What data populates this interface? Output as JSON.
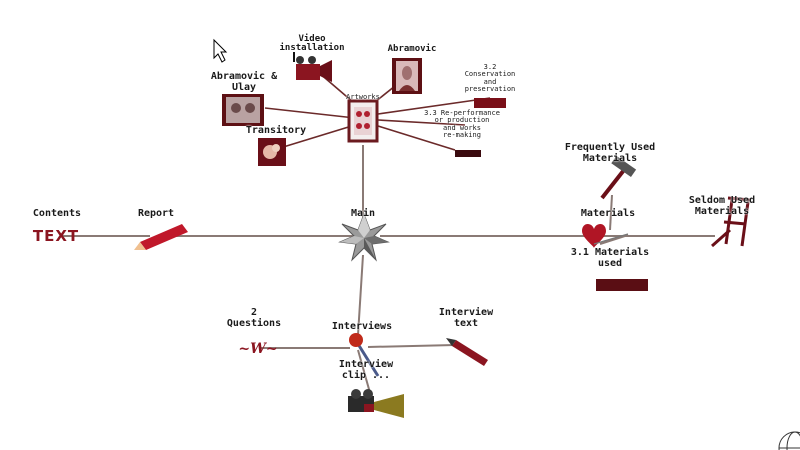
{
  "labels": {
    "contents": "Contents",
    "text_tag": "TEXT",
    "report": "Report",
    "main": "Main",
    "materials": "Materials",
    "frequently_used": "Frequently Used\nMaterials",
    "seldom_used": "Seldom Used\nMaterials",
    "materials_used": "3.1 Materials\nused",
    "interviews": "Interviews",
    "questions": "2\nQuestions",
    "interview_text": "Interview\ntext",
    "interview_clip": "Interview\nclip ...",
    "artworks": "Artworks",
    "video_installation": "Video\ninstallation",
    "abramovic": "Abramovic",
    "abramovic_ulay": "Abramovic &\nUlay",
    "transitory": "Transitory",
    "conservation": "3.2\nConservation\nand\npreservation",
    "re_performance": "3.3 Re-performance\nor production\nand works\nre-making"
  },
  "icons": {
    "main": "star-hub-icon",
    "report": "pencil-icon",
    "text": "text-tag-icon",
    "materials": "heart-pin-icon",
    "frequent": "hammer-icon",
    "seldom": "chair-icon",
    "interviews": "pushpin-icon",
    "video_camera": "video-camera-icon"
  },
  "colors": {
    "line_main": "#8a7a75",
    "line_art": "#6b2a2a",
    "accent": "#8b1520",
    "dark_red": "#5a0e14"
  }
}
